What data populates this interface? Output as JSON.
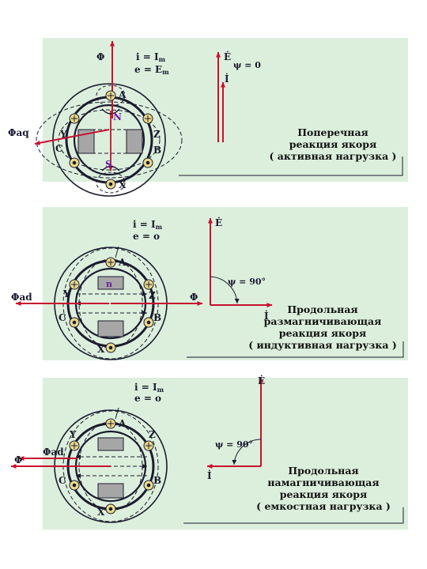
{
  "colors": {
    "panel": "#dcefdc",
    "flux": "#c8102e",
    "ink": "#1b1b30",
    "conductor": "#e9d98a",
    "pole": "#a6a6a6",
    "north": "#6a1b9a"
  },
  "diagram1": {
    "labels": {
      "phi": "Φ",
      "phi_aq": "Φaq",
      "i_eq": "i = I",
      "i_sub": "m",
      "e_eq": "e = E",
      "e_sub": "m",
      "A": "A",
      "Y": "Y",
      "Z": "Z",
      "C": "C",
      "B": "B",
      "X": "X",
      "N": "N",
      "S": "S"
    },
    "vector": {
      "E": "Ė",
      "I": "İ",
      "psi": "ψ = 0"
    },
    "caption": [
      "Поперечная",
      "реакция  якоря",
      "( активная  нагрузка )"
    ]
  },
  "diagram2": {
    "labels": {
      "i_eq": "i = I",
      "i_sub": "m",
      "e_eq": "e = o",
      "phi_ad": "Φad",
      "phi": "Φ",
      "A": "A",
      "Y": "Y",
      "Z": "Z",
      "C": "C",
      "B": "B",
      "X": "X",
      "n": "n"
    },
    "vector": {
      "E": "Ė",
      "I": "İ",
      "psi": "ψ = 90°"
    },
    "caption": [
      "Продольная",
      "размагничивающая",
      "реакция  якоря",
      "( индуктивная  нагрузка )"
    ]
  },
  "diagram3": {
    "labels": {
      "i_eq": "i = I",
      "i_sub": "m",
      "e_eq": "e = o",
      "phi": "Φ",
      "phi_ad": "Φad",
      "A": "A",
      "Y": "Y",
      "Z": "Z",
      "C": "C",
      "B": "B",
      "X": "X"
    },
    "vector": {
      "E": "Ė",
      "I": "İ",
      "psi": "ψ = 90°"
    },
    "caption": [
      "Продольная",
      "намагничивающая",
      "реакция  якоря",
      "( емкостная  нагрузка )"
    ]
  }
}
